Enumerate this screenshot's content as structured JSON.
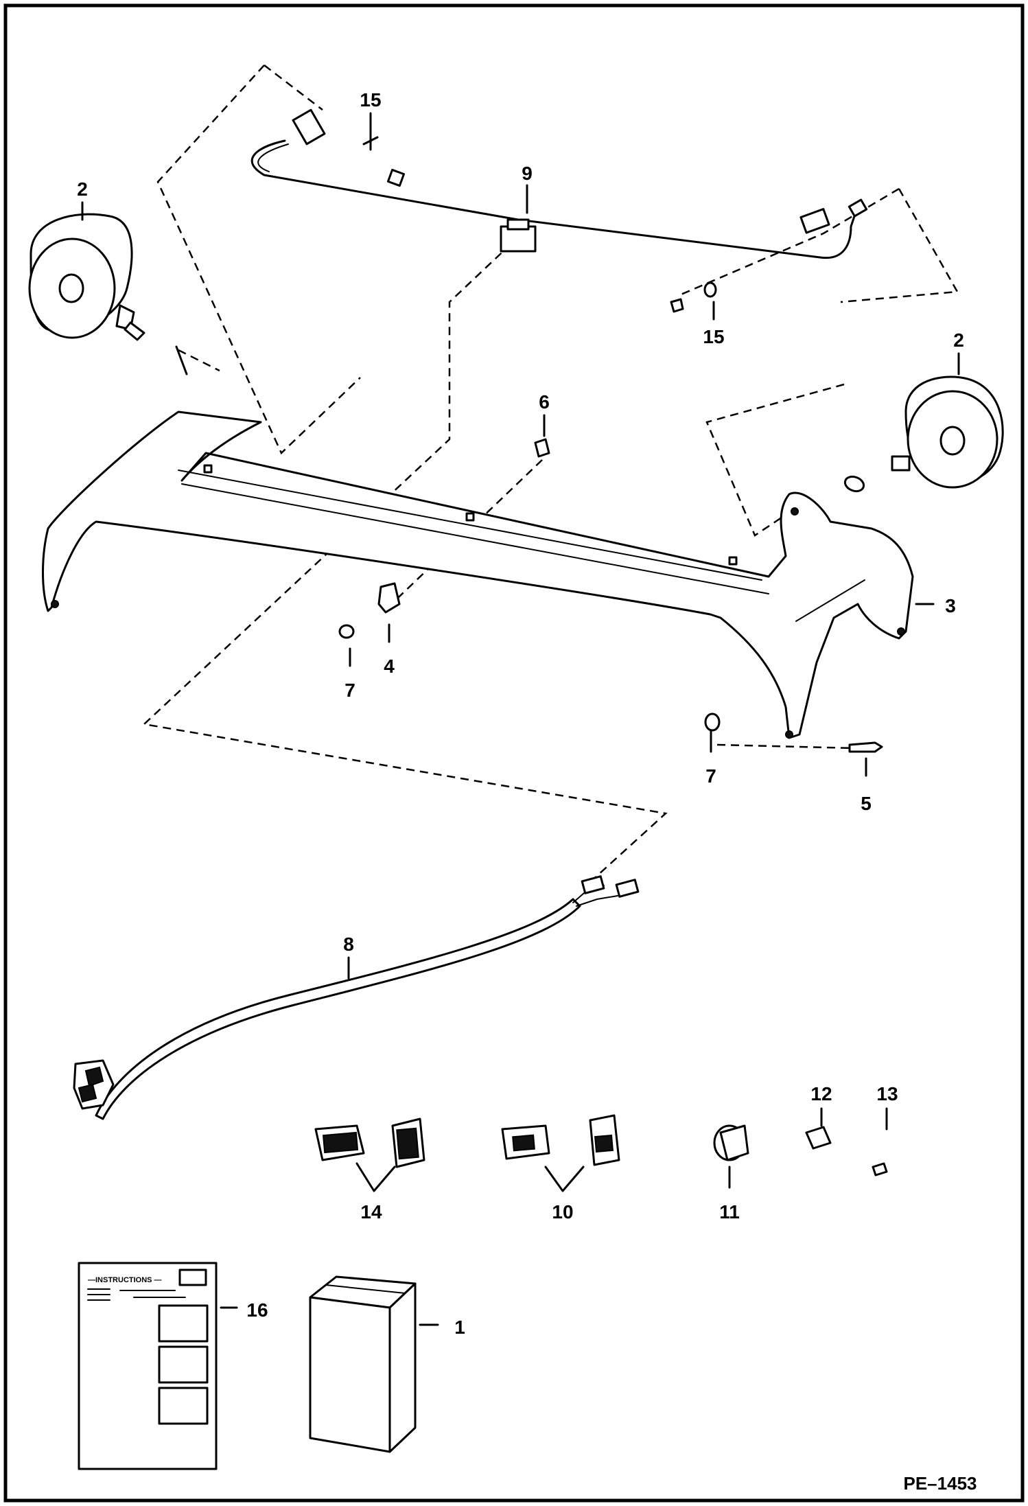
{
  "diagram": {
    "drawing_code": "PE–1453",
    "instructions_text": "—INSTRUCTIONS —",
    "callouts": [
      {
        "id": "15-top",
        "label": "15"
      },
      {
        "id": "2-left",
        "label": "2"
      },
      {
        "id": "9",
        "label": "9"
      },
      {
        "id": "15-right",
        "label": "15"
      },
      {
        "id": "2-right",
        "label": "2"
      },
      {
        "id": "6",
        "label": "6"
      },
      {
        "id": "3",
        "label": "3"
      },
      {
        "id": "7-left",
        "label": "7"
      },
      {
        "id": "4",
        "label": "4"
      },
      {
        "id": "7-right",
        "label": "7"
      },
      {
        "id": "5",
        "label": "5"
      },
      {
        "id": "8",
        "label": "8"
      },
      {
        "id": "12",
        "label": "12"
      },
      {
        "id": "13",
        "label": "13"
      },
      {
        "id": "14",
        "label": "14"
      },
      {
        "id": "10",
        "label": "10"
      },
      {
        "id": "11",
        "label": "11"
      },
      {
        "id": "16",
        "label": "16"
      },
      {
        "id": "1",
        "label": "1"
      }
    ]
  }
}
